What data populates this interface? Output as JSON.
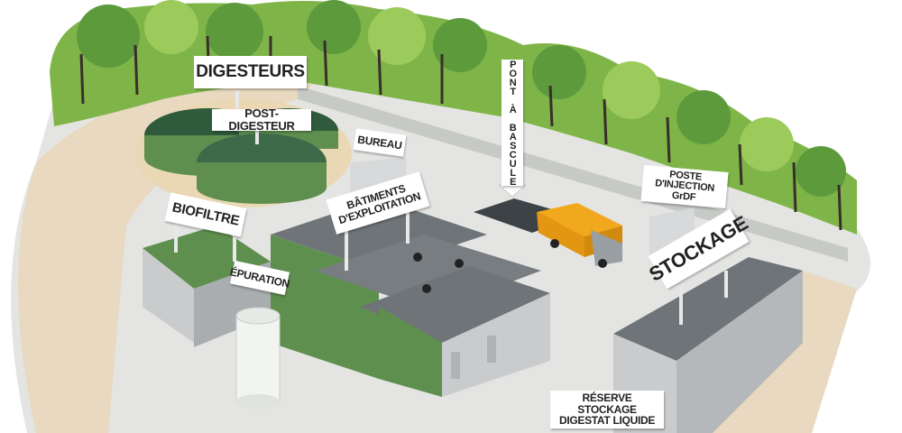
{
  "labels": {
    "digesteurs": "DIGESTEURS",
    "post_digesteur": "POST-DIGESTEUR",
    "bureau": "BUREAU",
    "batiments": "BÂTIMENTS D'EXPLOITATION",
    "biofiltre": "BIOFILTRE",
    "epuration": "ÉPURATION",
    "pont_bascule": "PONT À BASCULE",
    "poste_injection": "POSTE D'INJECTION GrDF",
    "stockage": "STOCKAGE",
    "reserve": "RÉSERVE STOCKAGE DIGESTAT LIQUIDE"
  },
  "colors": {
    "ground": "#e4e5e3",
    "path": "#e8d9c0",
    "tree_light": "#8cc050",
    "tree_dark": "#4f8a35",
    "trunk": "#3a2e2a",
    "digester": "#3d6b4a",
    "building_green": "#5f8f4f",
    "roof": "#6f7478",
    "wall": "#c9cbcc",
    "truck": "#f2a81d"
  }
}
